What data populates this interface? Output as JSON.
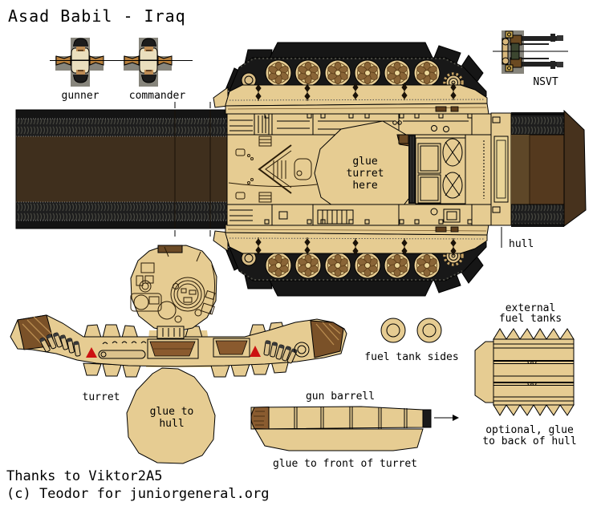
{
  "title": "Asad Babil - Iraq",
  "crew": {
    "gunner_label": "gunner",
    "commander_label": "commander"
  },
  "nsvt": {
    "label": "NSVT"
  },
  "hull": {
    "label": "hull",
    "glue_lines": [
      "glue",
      "turret",
      "here"
    ]
  },
  "turret": {
    "label": "turret",
    "glue_lines": [
      "glue to",
      "hull"
    ]
  },
  "fuel_tank_sides": {
    "label": "fuel tank sides"
  },
  "gun_barrel": {
    "label": "gun barrell",
    "note": "glue to front of turret"
  },
  "external_fuel_tanks": {
    "label_lines": [
      "external",
      "fuel tanks"
    ],
    "note_lines": [
      "optional, glue",
      "to back of hull"
    ]
  },
  "credits": {
    "line1": "Thanks to Viktor2A5",
    "line2": "(c) Teodor for juniorgeneral.org"
  },
  "colors": {
    "tan": "#e6cc92",
    "light_tan": "#ead598",
    "sleeve_brown": "#b9813d",
    "wheel_brown": "#8a6537",
    "belly_brown": "#3f2f1d",
    "rear_brown": "#54391e",
    "rear_dark_brown": "#47321d",
    "cap_brown": "#7a5128",
    "stow_brown": "#8a5a2e",
    "track_black": "#181818",
    "figure_gray": "#87857c",
    "marker_red": "#cc1111"
  }
}
